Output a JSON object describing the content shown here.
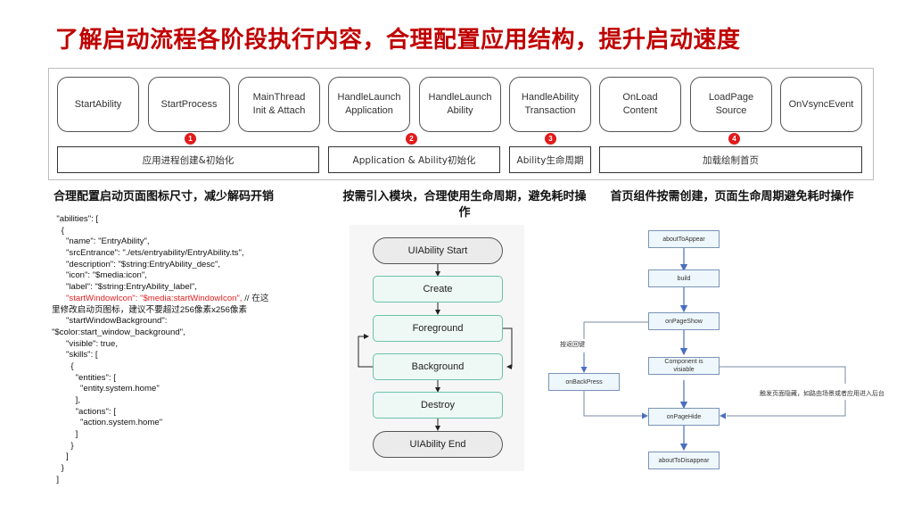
{
  "title": "了解启动流程各阶段执行内容，合理配置应用结构，提升启动速度",
  "stages": [
    {
      "label": "StartAbility"
    },
    {
      "label": "StartProcess"
    },
    {
      "label": "MainThread\nInit & Attach"
    },
    {
      "label": "HandleLaunch\nApplication"
    },
    {
      "label": "HandleLaunch\nAbility"
    },
    {
      "label": "HandleAbility\nTransaction"
    },
    {
      "label": "OnLoad\nContent"
    },
    {
      "label": "LoadPage\nSource"
    },
    {
      "label": "OnVsyncEvent"
    }
  ],
  "phases": [
    {
      "label": "应用进程创建&初始化",
      "step": "1"
    },
    {
      "label": "Application & Ability初始化",
      "step": "2"
    },
    {
      "label": "Ability生命周期",
      "step": "3"
    },
    {
      "label": "加载绘制首页",
      "step": "4"
    }
  ],
  "sections": {
    "left_heading": "合理配置启动页面图标尺寸，减少解码开销",
    "middle_heading": "按需引入模块，合理使用生命周期，避免耗时操作",
    "right_heading": "首页组件按需创建，页面生命周期避免耗时操作"
  },
  "code": {
    "lines": [
      {
        "text": "  \"abilities\": [",
        "highlight": false
      },
      {
        "text": "    {",
        "highlight": false
      },
      {
        "text": "      \"name\": \"EntryAbility\",",
        "highlight": false
      },
      {
        "text": "      \"srcEntrance\": \"./ets/entryability/EntryAbility.ts\",",
        "highlight": false
      },
      {
        "text": "      \"description\": \"$string:EntryAbility_desc\",",
        "highlight": false
      },
      {
        "text": "      \"icon\": \"$media:icon\",",
        "highlight": false
      },
      {
        "text": "      \"label\": \"$string:EntryAbility_label\",",
        "highlight": false
      },
      {
        "text": "      \"startWindowIcon\": \"$media:startWindowIcon\",",
        "highlight": true,
        "comment": " // 在这"
      },
      {
        "text": "里修改启动页图标，建议不要超过256像素x256像素",
        "highlight": false
      },
      {
        "text": "      \"startWindowBackground\":",
        "highlight": false
      },
      {
        "text": "\"$color:start_window_background\",",
        "highlight": false
      },
      {
        "text": "      \"visible\": true,",
        "highlight": false
      },
      {
        "text": "      \"skills\": [",
        "highlight": false
      },
      {
        "text": "        {",
        "highlight": false
      },
      {
        "text": "          \"entities\": [",
        "highlight": false
      },
      {
        "text": "            \"entity.system.home\"",
        "highlight": false
      },
      {
        "text": "          ],",
        "highlight": false
      },
      {
        "text": "          \"actions\": [",
        "highlight": false
      },
      {
        "text": "            \"action.system.home\"",
        "highlight": false
      },
      {
        "text": "          ]",
        "highlight": false
      },
      {
        "text": "        }",
        "highlight": false
      },
      {
        "text": "      ]",
        "highlight": false
      },
      {
        "text": "    }",
        "highlight": false
      },
      {
        "text": "  ]",
        "highlight": false
      }
    ]
  },
  "uiability_lifecycle": {
    "nodes": [
      {
        "label": "UIAbility Start",
        "kind": "terminal"
      },
      {
        "label": "Create",
        "kind": "state"
      },
      {
        "label": "Foreground",
        "kind": "state"
      },
      {
        "label": "Background",
        "kind": "state"
      },
      {
        "label": "Destroy",
        "kind": "state"
      },
      {
        "label": "UIAbility End",
        "kind": "terminal"
      }
    ],
    "colors": {
      "state_border": "#6dc2ad",
      "state_fill": "#eef8f4",
      "terminal_fill": "#ebebeb"
    }
  },
  "page_lifecycle": {
    "nodes": {
      "about_to_appear": "aboutToAppear",
      "build": "build",
      "on_page_show": "onPageShow",
      "component_visible": "Component is\nvisiable",
      "on_back_press": "onBackPress",
      "on_page_hide": "onPageHide",
      "about_to_disappear": "aboutToDisappear"
    },
    "labels": {
      "back_key": "按返回键",
      "page_hidden": "触发页面隐藏，如路由场景或者应用进入后台"
    },
    "colors": {
      "arrow": "#4a6fc0",
      "node_border": "#7a93b8",
      "node_fill": "#eef7fb"
    }
  },
  "colors": {
    "title": "#c00000",
    "badge": "#e01b1b",
    "highlight_code": "#e02020"
  }
}
